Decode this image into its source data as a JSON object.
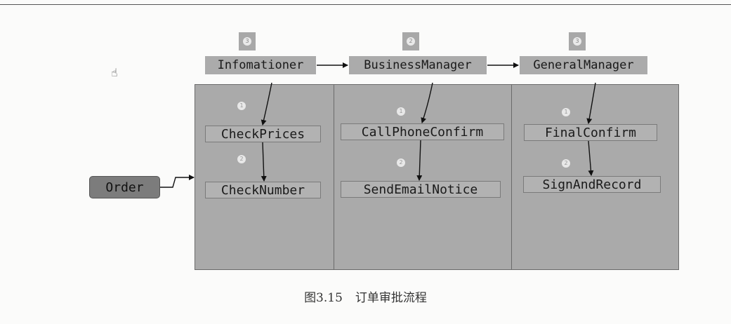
{
  "roles": [
    "Infomationer",
    "BusinessManager",
    "GeneralManager"
  ],
  "role_numbers": [
    "3",
    "2",
    "3"
  ],
  "steps": {
    "infomationer": [
      "CheckPrices",
      "CheckNumber"
    ],
    "business": [
      "CallPhoneConfirm",
      "SendEmailNotice"
    ],
    "general": [
      "FinalConfirm",
      "SignAndRecord"
    ]
  },
  "step_numbers": [
    "1",
    "2"
  ],
  "order_label": "Order",
  "caption": {
    "figure": "图3.15",
    "title": "订单审批流程"
  }
}
